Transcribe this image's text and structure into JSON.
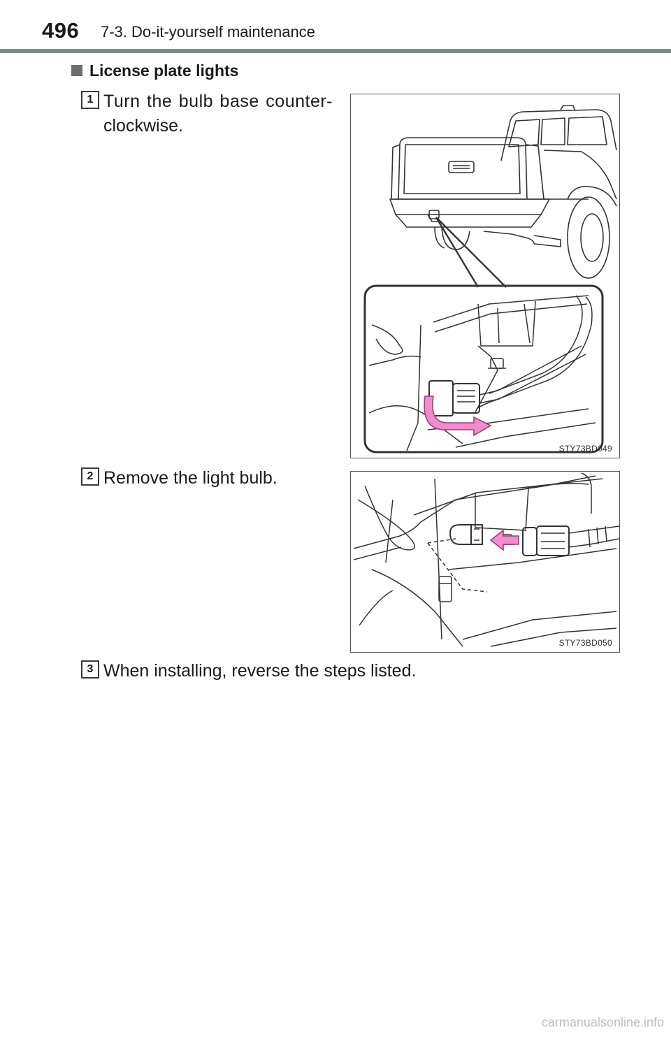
{
  "header": {
    "page_number": "496",
    "section": "7-3. Do-it-yourself maintenance"
  },
  "subheading": "License plate lights",
  "steps": [
    {
      "number": "1",
      "text_line1": "Turn the bulb base counter-",
      "text_line2": "clockwise.",
      "figure_code": "STY73BD049"
    },
    {
      "number": "2",
      "text": "Remove the light bulb.",
      "figure_code": "STY73BD050"
    },
    {
      "number": "3",
      "text": "When installing, reverse the steps listed."
    }
  ],
  "watermark": "carmanualsonline.info",
  "colors": {
    "arrow": "#f08ccf",
    "arrow_stroke": "#a0406f",
    "rule": "#7f8b8b"
  }
}
